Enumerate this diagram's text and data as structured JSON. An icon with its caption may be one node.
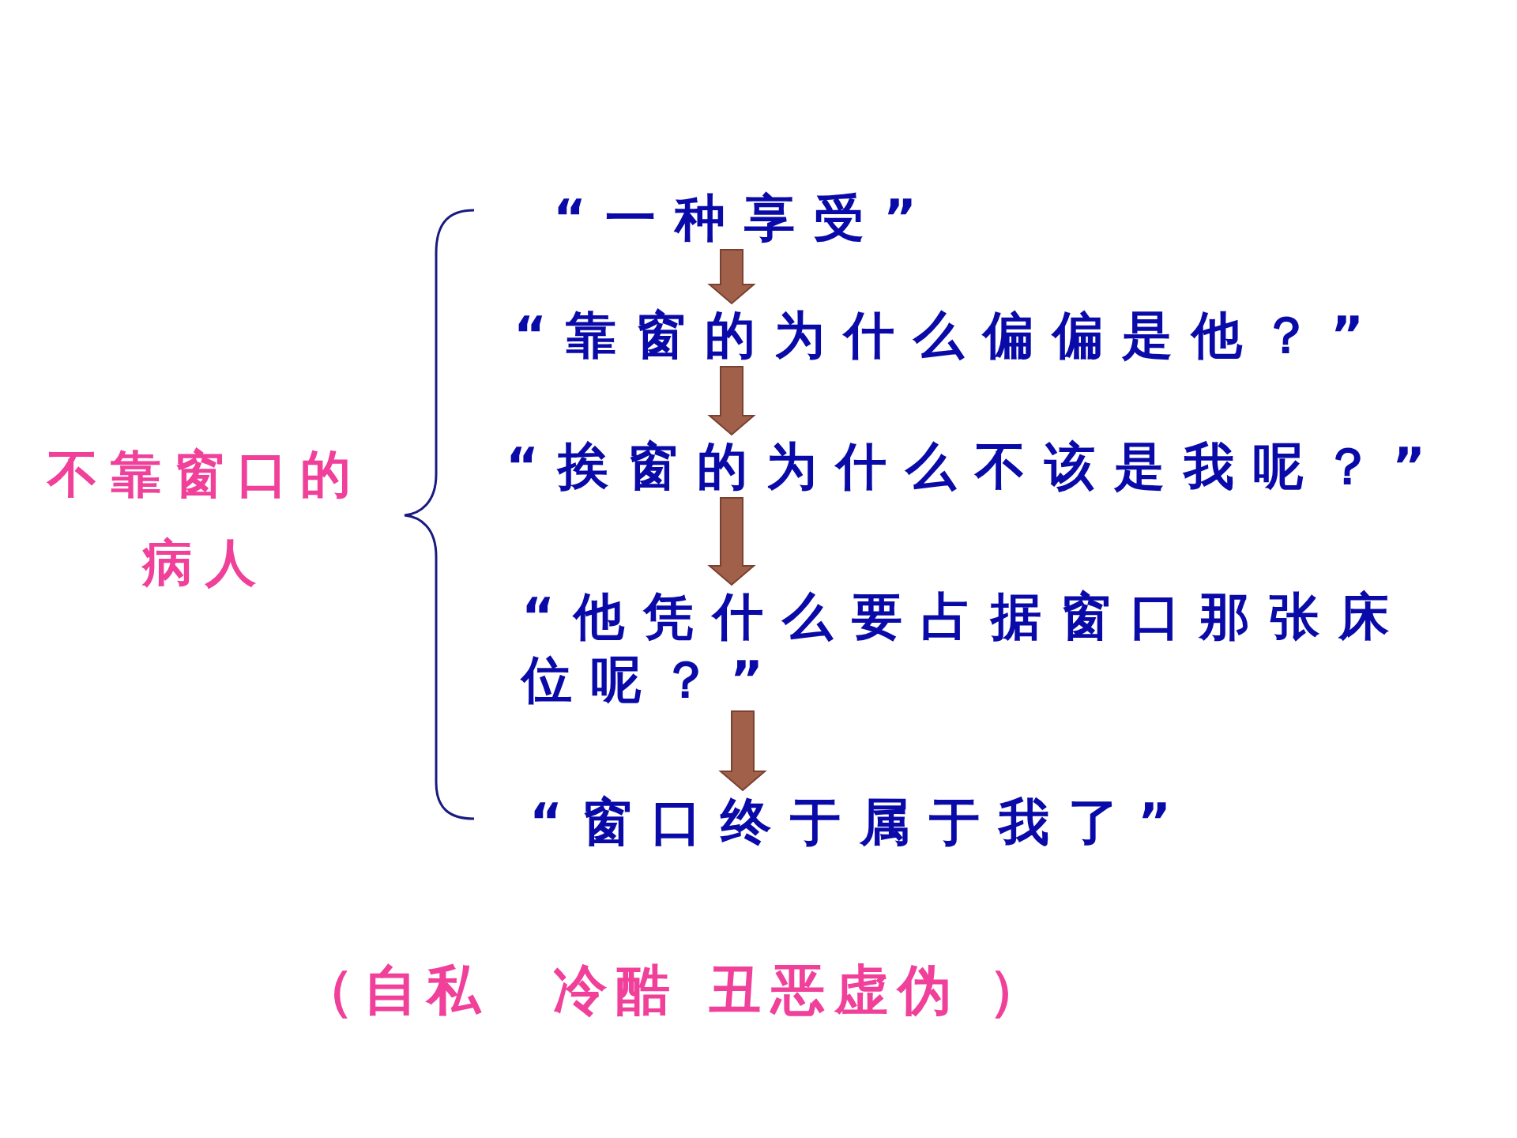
{
  "diagram": {
    "nodes": [
      {
        "text": [
          "不靠窗口的病人"
        ]
      },
      {
        "text": [
          "“一种享受”"
        ]
      },
      {
        "text": [
          "“靠窗的为什么偏偏是他？”"
        ]
      },
      {
        "text": [
          "“挨窗的为什么不该是我呢？”"
        ]
      },
      {
        "text": [
          "“他凭什么要占据窗口那张床位呢？”"
        ]
      },
      {
        "text": [
          "“窗口终于属于我了”"
        ]
      }
    ],
    "edges": [
      {
        "from": 1,
        "to": 2,
        "arrow": "to"
      },
      {
        "from": 2,
        "to": 3,
        "arrow": "to"
      },
      {
        "from": 3,
        "to": 4,
        "arrow": "to"
      },
      {
        "from": 4,
        "to": 5,
        "arrow": "to"
      }
    ],
    "labels": [
      "（自私　冷酷 丑恶虚伪 ）"
    ]
  }
}
